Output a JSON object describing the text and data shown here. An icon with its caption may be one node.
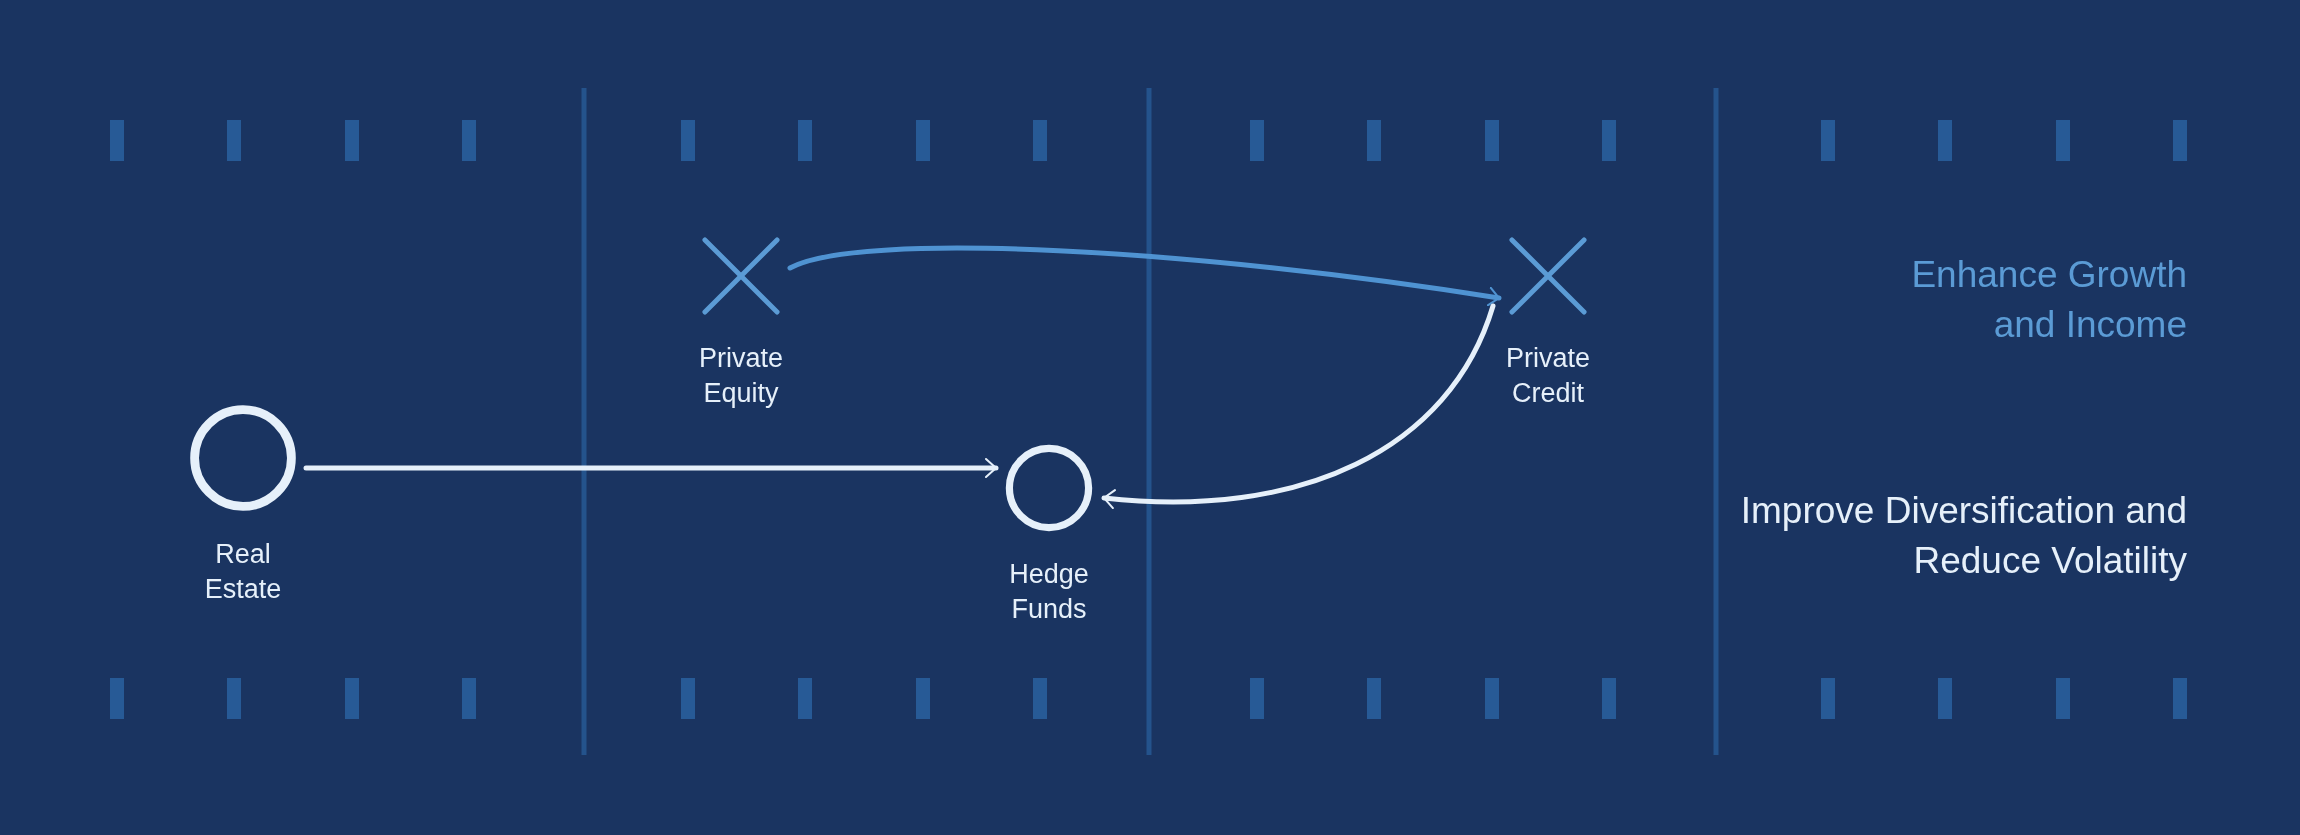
{
  "diagram": {
    "nodes": [
      {
        "text": [],
        "shape": "circle",
        "beside": [
          "Real Estate"
        ]
      },
      {
        "text": [],
        "shape": "cross",
        "beside": [
          "Private Equity"
        ]
      },
      {
        "text": [],
        "shape": "circle",
        "beside": [
          "Hedge Funds"
        ]
      },
      {
        "text": [],
        "shape": "cross",
        "beside": [
          "Private Credit"
        ]
      }
    ],
    "edges": [
      {
        "from": 0,
        "to": 2,
        "arrow": "to"
      },
      {
        "from": 1,
        "to": 3,
        "arrow": "to",
        "color": "#4f93d2"
      },
      {
        "from": 3,
        "to": 2,
        "arrow": "to"
      }
    ],
    "labels": [
      "Enhance Growth and Income",
      "Improve Diversification and Reduce Volatility"
    ]
  }
}
